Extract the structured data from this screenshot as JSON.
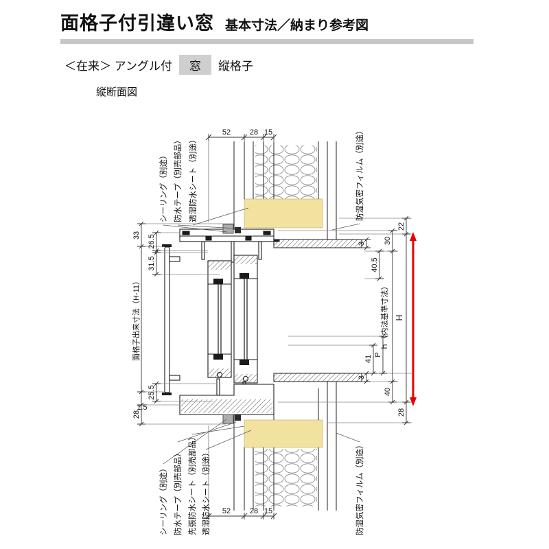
{
  "header": {
    "title": "面格子付引違い窓",
    "subtitle": "基本寸法／納まり参考図",
    "spec_prefix": "＜在来＞ アングル付",
    "spec_window": "窓",
    "spec_suffix": "縦格子",
    "section_label": "縦断面図"
  },
  "callouts": {
    "top_left": [
      "シーリング（別途）",
      "防水テープ（別売部品）",
      "透湿防水シート（別途）"
    ],
    "top_right": "防湿気密フィルム（別途）",
    "bottom_left": [
      "シーリング（別途）",
      "防水テープ（別売部品）",
      "先張防水シート（別売部品）",
      "透湿防水シート（別途）"
    ],
    "bottom_right": "防湿気密フィルム（別途）"
  },
  "dimensions": {
    "top": [
      "52",
      "28",
      "15"
    ],
    "bottom": [
      "52",
      "28",
      "15"
    ],
    "left": {
      "d33": "33",
      "d265": "26.5",
      "d315": "31.5",
      "grille": "面格子出来寸法（H-11）",
      "d255": "25.5",
      "d15": "1.5",
      "d28": "28"
    },
    "right": {
      "d22": "22",
      "d30": "30",
      "d3a": "3",
      "d405": "40.5",
      "h": "ｈ（内法基準寸法）",
      "H": "H",
      "P": "P",
      "d41": "41",
      "d3b": "3",
      "d40": "40",
      "d28": "28"
    }
  },
  "colors": {
    "wood": "#f2e2a0",
    "accent_red": "#e60000"
  }
}
